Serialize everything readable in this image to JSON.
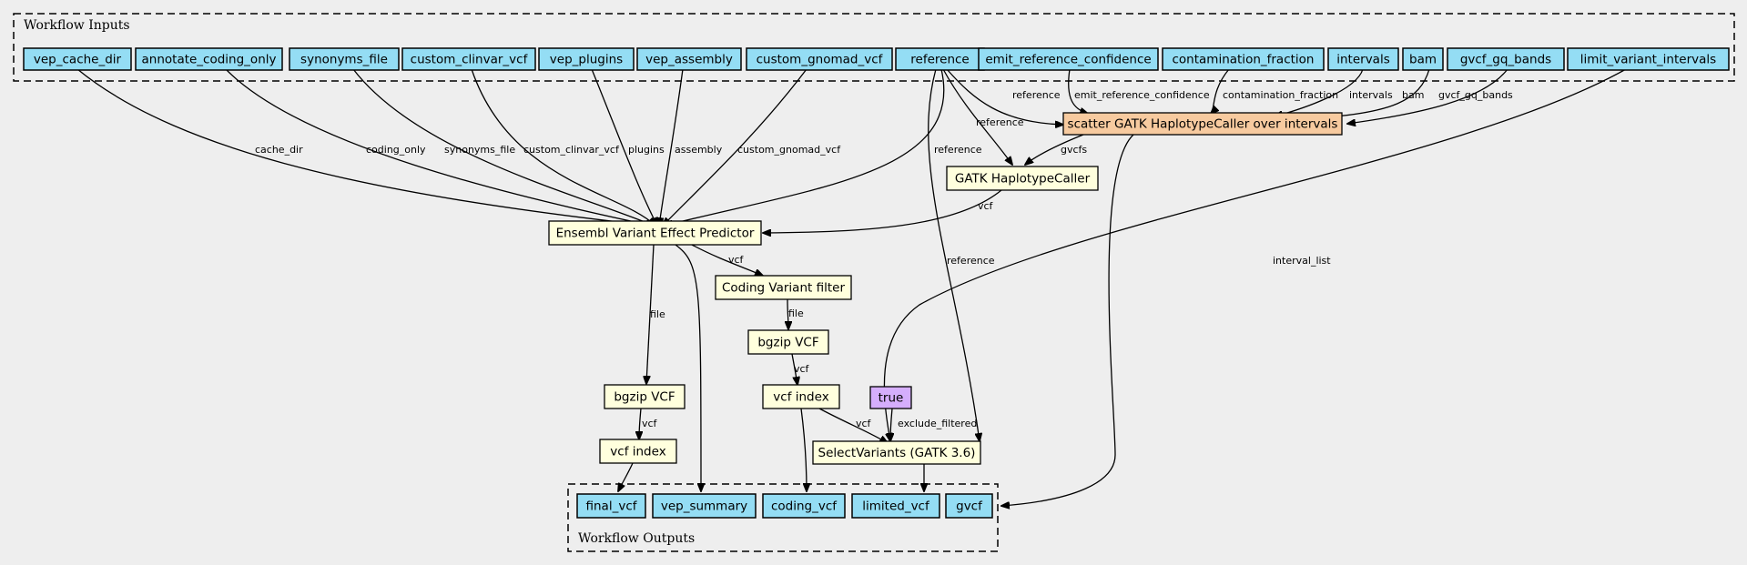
{
  "clusters": {
    "inputs_label": "Workflow Inputs",
    "outputs_label": "Workflow Outputs"
  },
  "inputs": {
    "vep_cache_dir": "vep_cache_dir",
    "annotate_coding_only": "annotate_coding_only",
    "synonyms_file": "synonyms_file",
    "custom_clinvar_vcf": "custom_clinvar_vcf",
    "vep_plugins": "vep_plugins",
    "vep_assembly": "vep_assembly",
    "custom_gnomad_vcf": "custom_gnomad_vcf",
    "reference": "reference",
    "emit_reference_confidence": "emit_reference_confidence",
    "contamination_fraction": "contamination_fraction",
    "intervals": "intervals",
    "bam": "bam",
    "gvcf_gq_bands": "gvcf_gq_bands",
    "limit_variant_intervals": "limit_variant_intervals"
  },
  "steps": {
    "scatter_haplotypecaller": "scatter GATK HaplotypeCaller over intervals",
    "haplotypecaller": "GATK HaplotypeCaller",
    "vep": "Ensembl Variant Effect Predictor",
    "coding_filter": "Coding Variant filter",
    "bgzip_coding": "bgzip VCF",
    "index_coding": "vcf index",
    "bgzip_final": "bgzip VCF",
    "index_final": "vcf index",
    "select_variants": "SelectVariants (GATK 3.6)",
    "true_const": "true"
  },
  "outputs": {
    "final_vcf": "final_vcf",
    "vep_summary": "vep_summary",
    "coding_vcf": "coding_vcf",
    "limited_vcf": "limited_vcf",
    "gvcf": "gvcf"
  },
  "edge_labels": {
    "cache_dir": "cache_dir",
    "coding_only": "coding_only",
    "synonyms_file": "synonyms_file",
    "custom_clinvar_vcf": "custom_clinvar_vcf",
    "plugins": "plugins",
    "assembly": "assembly",
    "custom_gnomad_vcf": "custom_gnomad_vcf",
    "reference_vep": "reference",
    "reference_hc": "reference",
    "reference_scatter": "reference",
    "reference_select": "reference",
    "emit_reference_confidence": "emit_reference_confidence",
    "contamination_fraction": "contamination_fraction",
    "intervals": "intervals",
    "bam": "bam",
    "gvcf_gq_bands": "gvcf_gq_bands",
    "interval_list": "interval_list",
    "gvcfs": "gvcfs",
    "vcf_hc_vep": "vcf",
    "vcf_vep_filter": "vcf",
    "file_filter_bgzip": "file",
    "vcf_bgzip_index": "vcf",
    "file_vep_bgzip": "file",
    "vcf_bgzip_index_final": "vcf",
    "vcf_index_select": "vcf",
    "exclude_filtered": "exclude_filtered"
  }
}
